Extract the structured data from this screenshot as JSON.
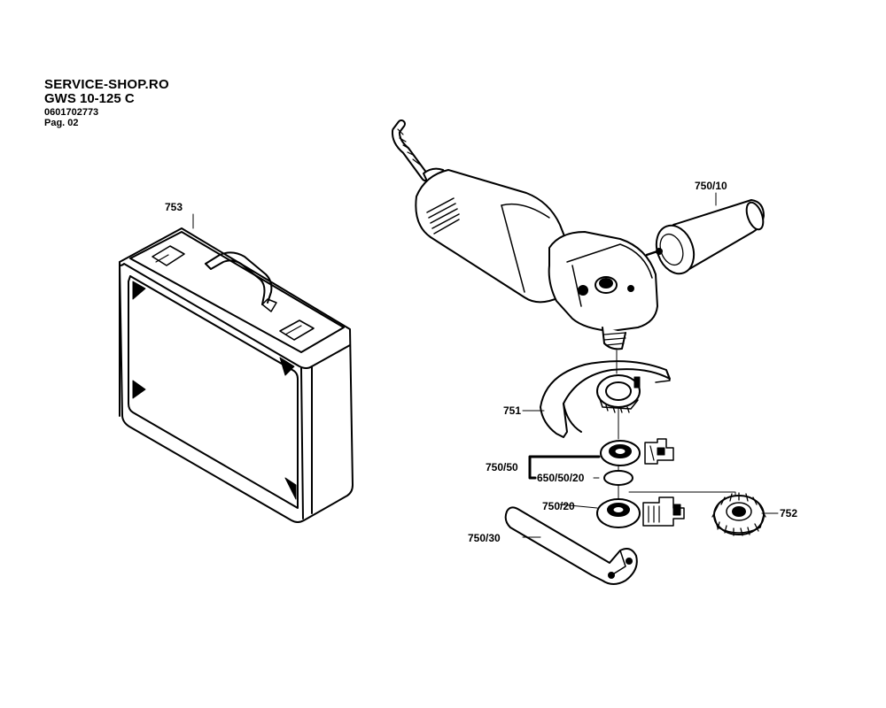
{
  "header": {
    "site": "SERVICE-SHOP.RO",
    "model": "GWS 10-125 C",
    "part_number": "0601702773",
    "page": "Pag. 02"
  },
  "parts": {
    "case": "753",
    "handle": "750/10",
    "guard": "751",
    "flange_inner": "750/50",
    "oring": "650/50/20",
    "clamp_nut": "750/20",
    "quick_nut": "752",
    "spanner": "750/30"
  }
}
